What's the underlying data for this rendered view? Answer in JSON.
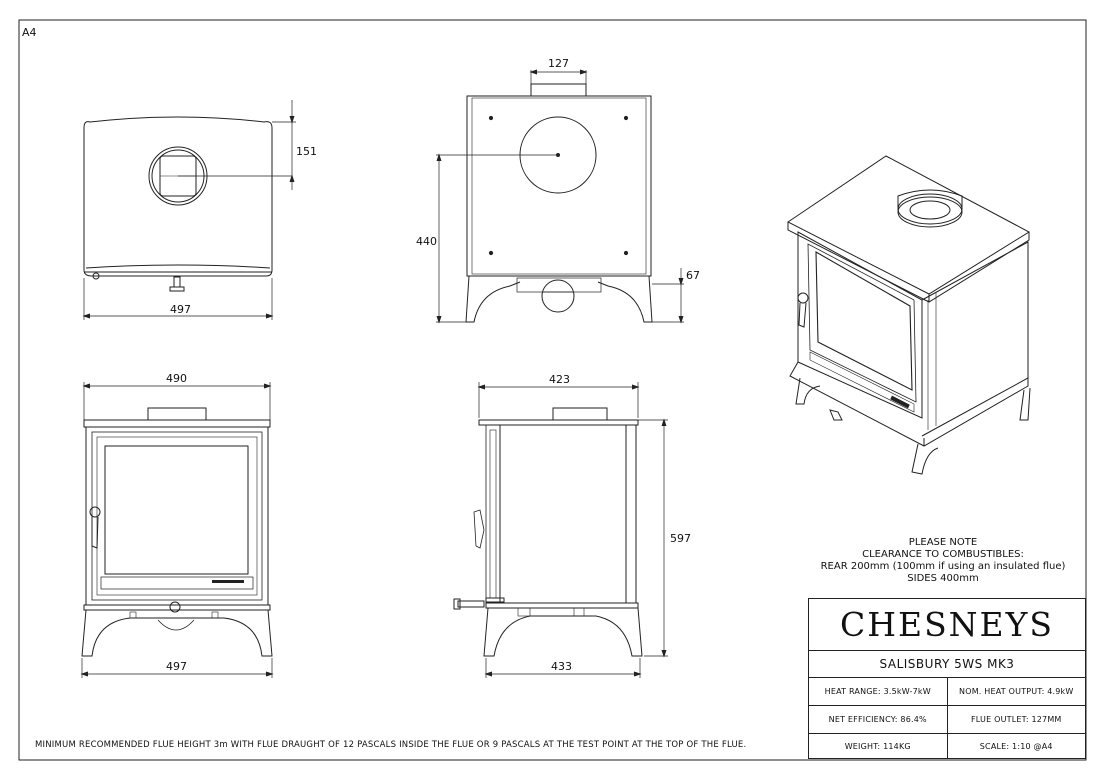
{
  "sheet_size": "A4",
  "dimensions": {
    "top_flue_offset": "151",
    "top_width": "497",
    "rear_flue_diameter": "127",
    "rear_flue_height": "440",
    "rear_leg_height": "67",
    "front_top_width": "490",
    "front_base_width": "497",
    "side_depth_top": "423",
    "side_depth_base": "433",
    "overall_height": "597"
  },
  "note": {
    "line1": "PLEASE NOTE",
    "line2": "CLEARANCE TO COMBUSTIBLES:",
    "line3": "REAR 200mm (100mm if using an insulated flue)",
    "line4": "SIDES 400mm"
  },
  "title_block": {
    "brand": "CHESNEYS",
    "model": "SALISBURY 5WS MK3",
    "heat_range": "HEAT RANGE: 3.5kW-7kW",
    "nominal_output": "NOM. HEAT OUTPUT: 4.9kW",
    "efficiency": "NET EFFICIENCY: 86.4%",
    "flue_outlet": "FLUE OUTLET: 127MM",
    "weight": "WEIGHT: 114KG",
    "scale": "SCALE: 1:10 @A4"
  },
  "footer_note": "MINIMUM RECOMMENDED FLUE HEIGHT 3m WITH FLUE DRAUGHT OF 12 PASCALS INSIDE THE FLUE OR 9 PASCALS AT THE TEST POINT AT THE TOP OF THE FLUE."
}
